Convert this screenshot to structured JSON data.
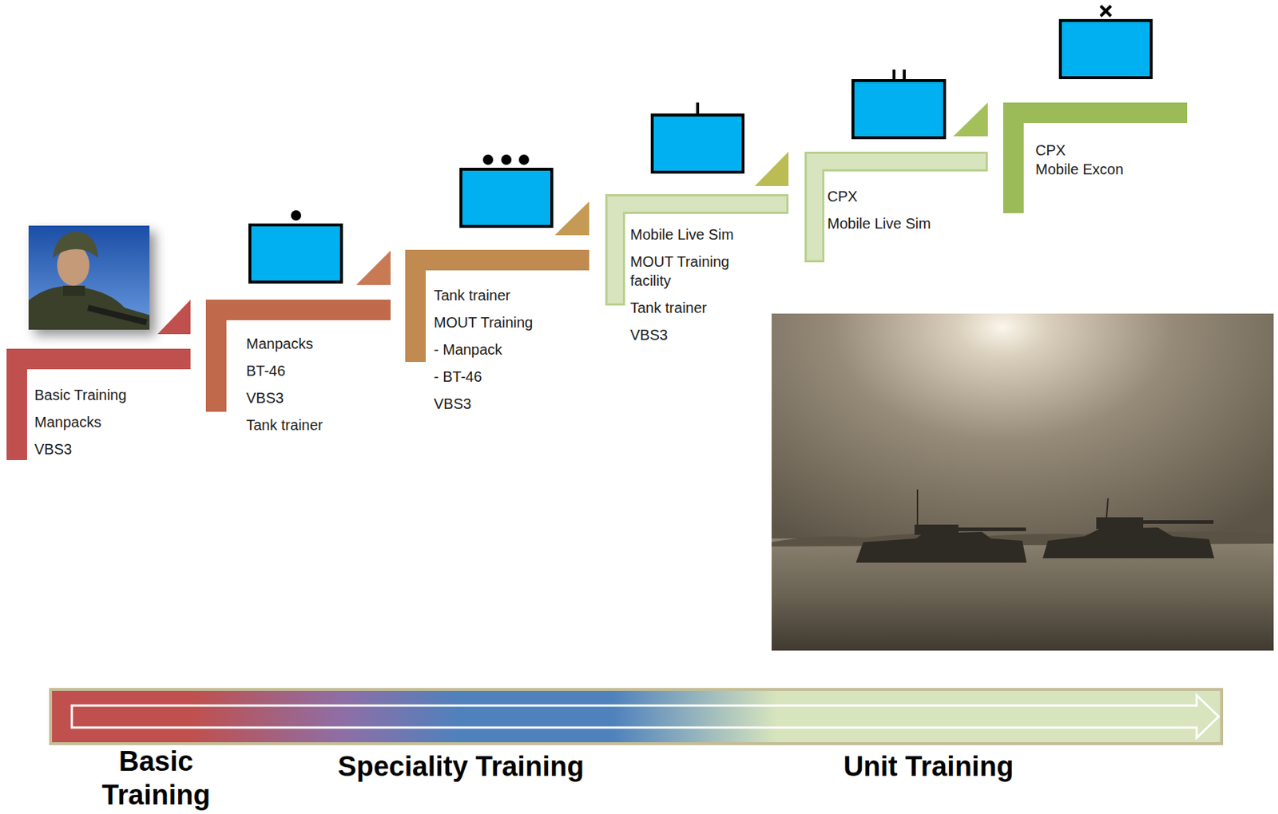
{
  "diagram": {
    "nodes": [
      {
        "text": [
          "Basic Training",
          "Manpacks",
          "VBS3"
        ]
      },
      {
        "text": [
          "Manpacks",
          "BT-46",
          "VBS3",
          "Tank trainer"
        ]
      },
      {
        "text": [
          "Tank trainer",
          "MOUT Training",
          "- Manpack",
          "- BT-46",
          "VBS3"
        ]
      },
      {
        "text": [
          "Mobile Live Sim",
          "MOUT Training facility",
          "Tank trainer",
          "VBS3"
        ]
      },
      {
        "text": [
          "CPX",
          "Mobile Live Sim"
        ]
      },
      {
        "text": [
          "CPX",
          "Mobile Excon"
        ]
      }
    ],
    "labels": [
      "Basic Training",
      "Speciality Training",
      "Unit Training"
    ]
  }
}
